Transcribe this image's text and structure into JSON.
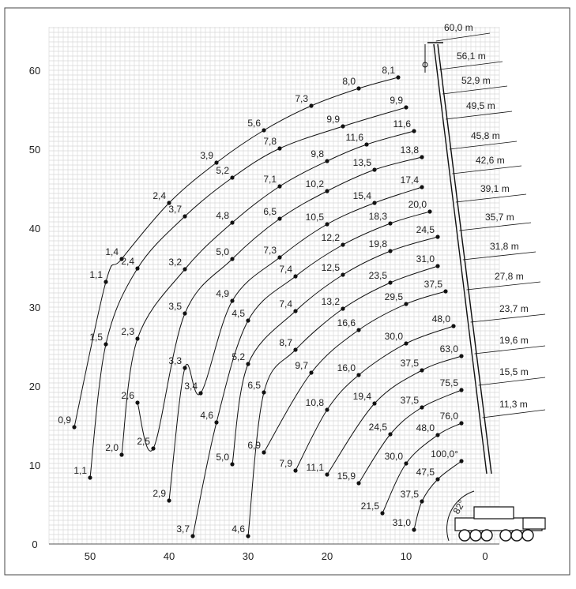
{
  "chart_data": {
    "type": "line",
    "title": "",
    "xlabel": "",
    "ylabel": "",
    "xlim": [
      55,
      -10
    ],
    "ylim": [
      0,
      65
    ],
    "grid": true,
    "x_ticks": [
      50,
      40,
      30,
      20,
      10,
      0
    ],
    "y_ticks": [
      0,
      10,
      20,
      30,
      40,
      50,
      60
    ],
    "boom_lengths": [
      "60,0 m",
      "56,1 m",
      "52,9 m",
      "49,5 m",
      "45,8 m",
      "42,6 m",
      "39,1 m",
      "35,7 m",
      "31,8 m",
      "27,8 m",
      "23,7 m",
      "19,6 m",
      "15,5 m",
      "11,3 m"
    ],
    "boom_angle": "82°",
    "series": [
      {
        "points": [
          {
            "x": 52,
            "y": 14.8,
            "label": "0,9"
          },
          {
            "x": 48,
            "y": 33.2,
            "label": "1,1"
          },
          {
            "x": 46,
            "y": 36.1,
            "label": "1,4"
          },
          {
            "x": 40,
            "y": 43.2,
            "label": "2,4"
          },
          {
            "x": 34,
            "y": 48.3,
            "label": "3,9"
          },
          {
            "x": 28,
            "y": 52.4,
            "label": "5,6"
          },
          {
            "x": 22,
            "y": 55.5,
            "label": "7,3"
          },
          {
            "x": 16,
            "y": 57.7,
            "label": "8,0"
          },
          {
            "x": 11,
            "y": 59.1,
            "label": "8,1"
          }
        ]
      },
      {
        "points": [
          {
            "x": 50,
            "y": 8.4,
            "label": "1,1"
          },
          {
            "x": 48,
            "y": 25.3,
            "label": "1,5"
          },
          {
            "x": 44,
            "y": 34.9,
            "label": "2,4"
          },
          {
            "x": 38,
            "y": 41.5,
            "label": "3,7"
          },
          {
            "x": 32,
            "y": 46.4,
            "label": "5,2"
          },
          {
            "x": 26,
            "y": 50.1,
            "label": "7,8"
          },
          {
            "x": 18,
            "y": 52.9,
            "label": "9,9"
          },
          {
            "x": 10,
            "y": 55.3,
            "label": "9,9"
          }
        ]
      },
      {
        "points": [
          {
            "x": 46,
            "y": 11.3,
            "label": "2,0"
          },
          {
            "x": 44,
            "y": 26.0,
            "label": "2,3"
          },
          {
            "x": 38,
            "y": 34.8,
            "label": "3,2"
          },
          {
            "x": 32,
            "y": 40.7,
            "label": "4,8"
          },
          {
            "x": 26,
            "y": 45.3,
            "label": "7,1"
          },
          {
            "x": 20,
            "y": 48.5,
            "label": "9,8"
          },
          {
            "x": 15,
            "y": 50.6,
            "label": "11,6"
          },
          {
            "x": 9,
            "y": 52.3,
            "label": "11,6"
          }
        ]
      },
      {
        "points": [
          {
            "x": 44,
            "y": 17.9,
            "label": "2,6"
          },
          {
            "x": 42,
            "y": 12.1,
            "label": "2,5"
          },
          {
            "x": 38,
            "y": 29.2,
            "label": "3,5"
          },
          {
            "x": 32,
            "y": 36.1,
            "label": "5,0"
          },
          {
            "x": 26,
            "y": 41.2,
            "label": "6,5"
          },
          {
            "x": 20,
            "y": 44.7,
            "label": "10,2"
          },
          {
            "x": 14,
            "y": 47.4,
            "label": "13,5"
          },
          {
            "x": 8,
            "y": 49.0,
            "label": "13,8"
          }
        ]
      },
      {
        "points": [
          {
            "x": 40,
            "y": 5.5,
            "label": "2,9"
          },
          {
            "x": 38,
            "y": 22.3,
            "label": "3,3"
          },
          {
            "x": 36,
            "y": 19.1,
            "label": "3,4"
          },
          {
            "x": 32,
            "y": 30.8,
            "label": "4,9"
          },
          {
            "x": 26,
            "y": 36.3,
            "label": "7,3"
          },
          {
            "x": 20,
            "y": 40.5,
            "label": "10,5"
          },
          {
            "x": 14,
            "y": 43.2,
            "label": "15,4"
          },
          {
            "x": 8,
            "y": 45.2,
            "label": "17,4"
          }
        ]
      },
      {
        "points": [
          {
            "x": 37,
            "y": 1.0,
            "label": "3,7"
          },
          {
            "x": 34,
            "y": 15.4,
            "label": "4,6"
          },
          {
            "x": 30,
            "y": 28.3,
            "label": "4,5"
          },
          {
            "x": 24,
            "y": 33.9,
            "label": "7,4"
          },
          {
            "x": 18,
            "y": 37.9,
            "label": "12,2"
          },
          {
            "x": 12,
            "y": 40.6,
            "label": "18,3"
          },
          {
            "x": 7,
            "y": 42.1,
            "label": "20,0"
          }
        ]
      },
      {
        "points": [
          {
            "x": 32,
            "y": 10.1,
            "label": "5,0"
          },
          {
            "x": 30,
            "y": 22.8,
            "label": "5,2"
          },
          {
            "x": 24,
            "y": 29.5,
            "label": "7,4"
          },
          {
            "x": 18,
            "y": 34.1,
            "label": "12,5"
          },
          {
            "x": 12,
            "y": 37.1,
            "label": "19,8"
          },
          {
            "x": 6,
            "y": 38.9,
            "label": "24,5"
          }
        ]
      },
      {
        "points": [
          {
            "x": 30,
            "y": 1.0,
            "label": "4,6"
          },
          {
            "x": 28,
            "y": 19.2,
            "label": "6,5"
          },
          {
            "x": 24,
            "y": 24.6,
            "label": "8,7"
          },
          {
            "x": 18,
            "y": 29.8,
            "label": "13,2"
          },
          {
            "x": 12,
            "y": 33.1,
            "label": "23,5"
          },
          {
            "x": 6,
            "y": 35.2,
            "label": "31,0"
          }
        ]
      },
      {
        "points": [
          {
            "x": 28,
            "y": 11.6,
            "label": "6,9"
          },
          {
            "x": 22,
            "y": 21.7,
            "label": "9,7"
          },
          {
            "x": 16,
            "y": 27.1,
            "label": "16,6"
          },
          {
            "x": 10,
            "y": 30.4,
            "label": "29,5"
          },
          {
            "x": 5,
            "y": 32.0,
            "label": "37,5"
          }
        ]
      },
      {
        "points": [
          {
            "x": 24,
            "y": 9.3,
            "label": "7,9"
          },
          {
            "x": 20,
            "y": 17.0,
            "label": "10,8"
          },
          {
            "x": 16,
            "y": 21.4,
            "label": "16,0"
          },
          {
            "x": 10,
            "y": 25.4,
            "label": "30,0"
          },
          {
            "x": 4,
            "y": 27.6,
            "label": "48,0"
          }
        ]
      },
      {
        "points": [
          {
            "x": 20,
            "y": 8.8,
            "label": "11,1"
          },
          {
            "x": 14,
            "y": 17.8,
            "label": "19,4"
          },
          {
            "x": 8,
            "y": 22.0,
            "label": "37,5"
          },
          {
            "x": 3,
            "y": 23.8,
            "label": "63,0"
          }
        ]
      },
      {
        "points": [
          {
            "x": 16,
            "y": 7.7,
            "label": "15,9"
          },
          {
            "x": 12,
            "y": 13.9,
            "label": "24,5"
          },
          {
            "x": 8,
            "y": 17.3,
            "label": "37,5"
          },
          {
            "x": 3,
            "y": 19.5,
            "label": "75,5"
          }
        ]
      },
      {
        "points": [
          {
            "x": 13,
            "y": 3.9,
            "label": "21,5"
          },
          {
            "x": 10,
            "y": 10.2,
            "label": "30,0"
          },
          {
            "x": 6,
            "y": 13.8,
            "label": "48,0"
          },
          {
            "x": 3,
            "y": 15.3,
            "label": "76,0"
          }
        ]
      },
      {
        "points": [
          {
            "x": 9,
            "y": 1.8,
            "label": "31,0"
          },
          {
            "x": 8,
            "y": 5.4,
            "label": "37,5"
          },
          {
            "x": 6,
            "y": 8.2,
            "label": "47,5"
          },
          {
            "x": 3,
            "y": 10.5,
            "label": "100,0°"
          }
        ]
      }
    ]
  }
}
